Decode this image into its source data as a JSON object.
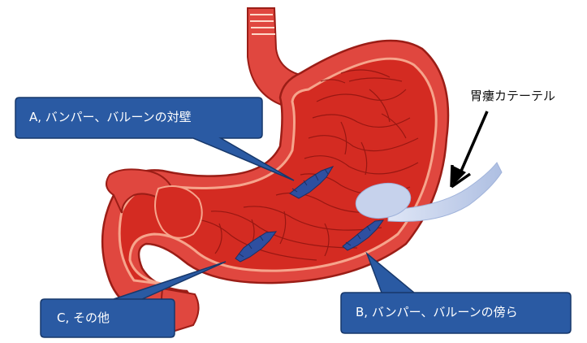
{
  "labels": {
    "callout_a": "A, バンパー、バルーンの対壁",
    "callout_b": "B, バンパー、バルーンの傍ら",
    "callout_c": "C, その他",
    "catheter": "胃瘻カテーテル"
  },
  "colors": {
    "callout_fill": "#2a5aa3",
    "callout_stroke": "#17386b",
    "stomach_outer": "#e0473f",
    "stomach_inner": "#d42b22",
    "stomach_fold": "#8e1410",
    "stomach_highlight": "#f6a48c",
    "lesion": "#2e4fa0",
    "catheter": "#c6d2ec",
    "arrow": "#000000"
  },
  "icons": {
    "lesion_marker": "lesion-star-icon",
    "arrow": "arrow-down-left-icon"
  }
}
